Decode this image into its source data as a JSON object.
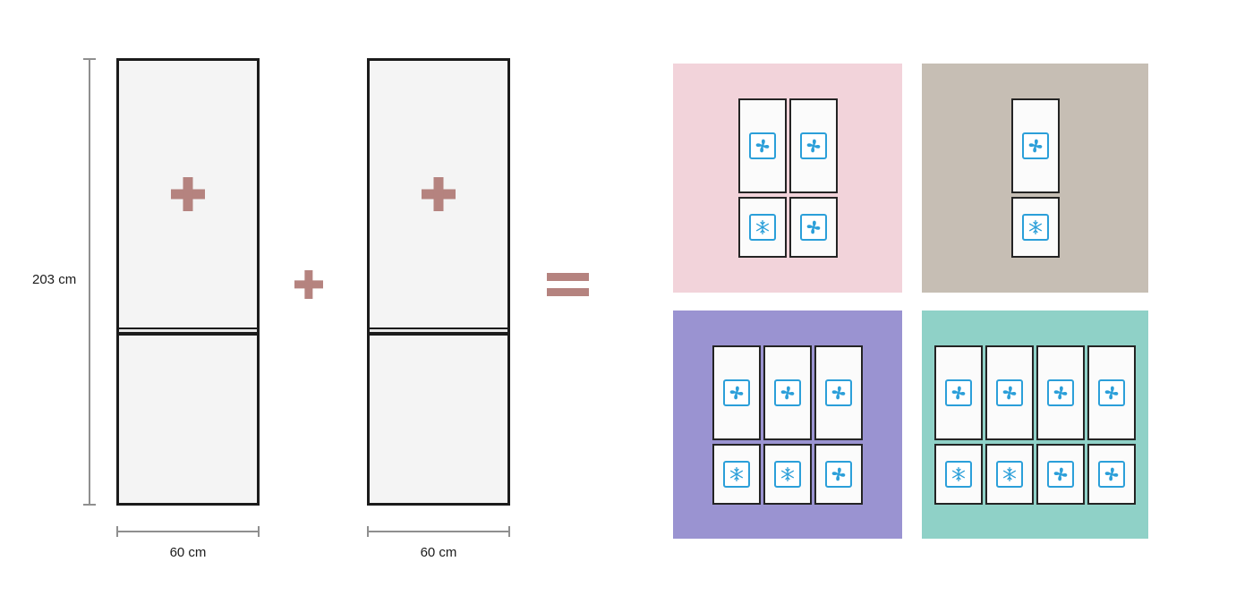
{
  "colors": {
    "accent": "#b5837f",
    "icon_blue": "#2b9fd9",
    "panel_pink": "#f2d3da",
    "panel_taupe": "#c6beb4",
    "panel_purple": "#9a93d1",
    "panel_teal": "#8fd1c7",
    "fridge_fill": "#f4f4f4",
    "fridge_border": "#1b1b1b"
  },
  "figure": {
    "height_label": "203 cm",
    "fridges": [
      {
        "id": "fridge-1",
        "width_label": "60 cm"
      },
      {
        "id": "fridge-2",
        "width_label": "60 cm"
      }
    ],
    "operators": {
      "plus": "+",
      "equals": "="
    },
    "result_panels": [
      {
        "id": "pink",
        "color": "#f2d3da",
        "top_icons": [
          "fan",
          "fan"
        ],
        "bottom_icons": [
          "snowflake",
          "fan"
        ]
      },
      {
        "id": "taupe",
        "color": "#c6beb4",
        "top_icons": [
          "fan"
        ],
        "bottom_icons": [
          "snowflake"
        ]
      },
      {
        "id": "purple",
        "color": "#9a93d1",
        "top_icons": [
          "fan",
          "fan",
          "fan"
        ],
        "bottom_icons": [
          "snowflake",
          "snowflake",
          "fan"
        ]
      },
      {
        "id": "teal",
        "color": "#8fd1c7",
        "top_icons": [
          "fan",
          "fan",
          "fan",
          "fan"
        ],
        "bottom_icons": [
          "snowflake",
          "snowflake",
          "fan",
          "fan"
        ]
      }
    ]
  },
  "icons": {
    "fan": "fan-icon",
    "snowflake": "snowflake-icon",
    "plus": "plus-icon",
    "equals": "equals-icon"
  }
}
